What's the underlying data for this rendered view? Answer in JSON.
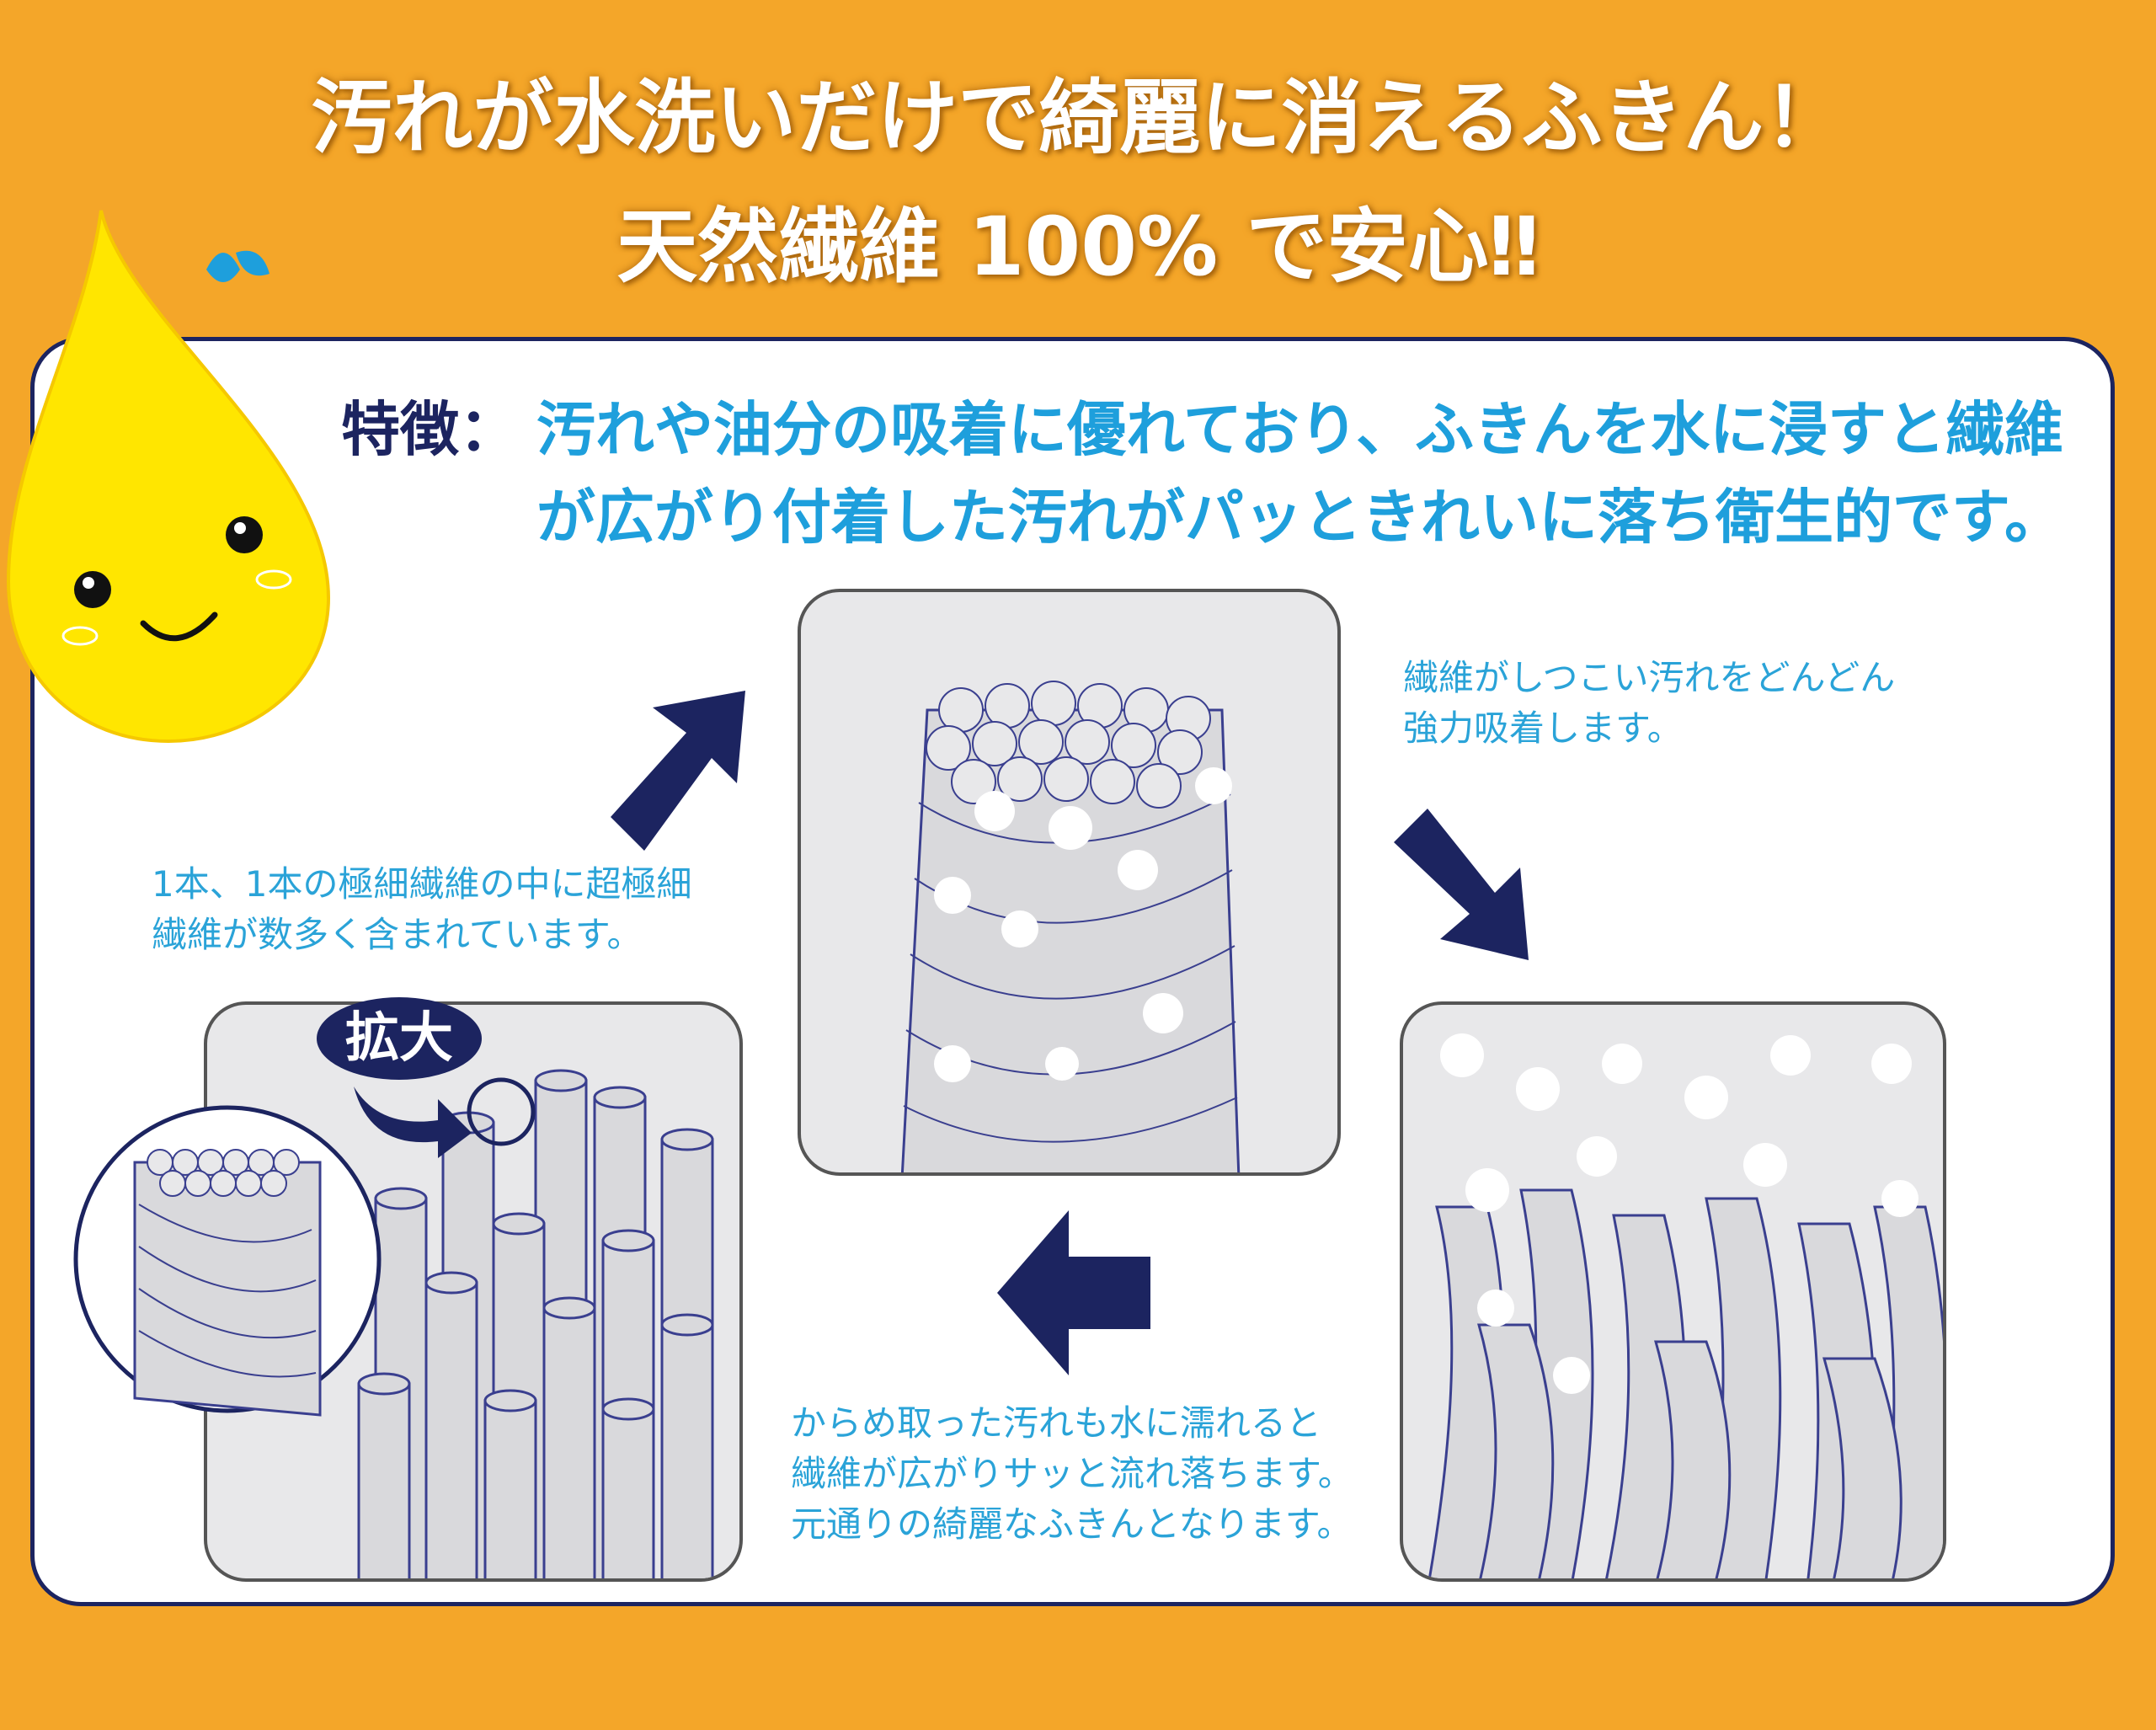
{
  "header": {
    "line1": "汚れが水洗いだけで綺麗に消えるふきん！",
    "line2": "天然繊維 100% で安心‼"
  },
  "feature": {
    "label": "特徴：",
    "text": "汚れや油分の吸着に優れており、ふきんを水に浸すと繊維が広がり付着した汚れがパッときれいに落ち衛生的です。"
  },
  "notes": {
    "left": "1本、1本の極細繊維の中に超極細\n繊維が数多く含まれています。",
    "right": "繊維がしつこい汚れをどんどん\n強力吸着します。",
    "bottom": "からめ取った汚れも水に濡れると\n繊維が広がりサッと流れ落ちます。\n元通りの綺麗なふきんとなります。"
  },
  "zoom_label": "拡大",
  "colors": {
    "background": "#F4A629",
    "navy": "#1c2460",
    "blue_text": "#1e9fdc",
    "mascot": "#FFE600"
  }
}
